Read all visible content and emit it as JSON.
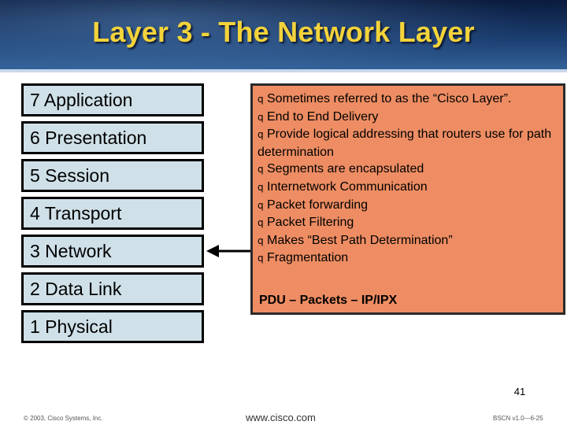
{
  "slide": {
    "title": "Layer 3 - The Network Layer",
    "layers": [
      "7 Application",
      "6 Presentation",
      "5 Session",
      "4 Transport",
      "3 Network",
      "2 Data Link",
      "1 Physical"
    ],
    "bullets": [
      "Sometimes referred to as the “Cisco Layer”.",
      "End to End Delivery",
      "Provide logical addressing that routers use for path determination",
      "Segments are encapsulated",
      "Internetwork Communication",
      "Packet forwarding",
      "Packet Filtering",
      "Makes “Best Path Determination”",
      "Fragmentation"
    ],
    "bullet_marker": "q",
    "pdu": "PDU – Packets – IP/IPX",
    "page_number": "41"
  },
  "footer": {
    "left": "© 2003, Cisco Systems, Inc.",
    "center": "www.cisco.com",
    "right": "BSCN v1.0—6-25"
  },
  "colors": {
    "title": "#f3d33a",
    "layer_fill": "#cfe0e8",
    "info_fill": "#ee8d63",
    "header_dark": "#0a1a3c"
  }
}
